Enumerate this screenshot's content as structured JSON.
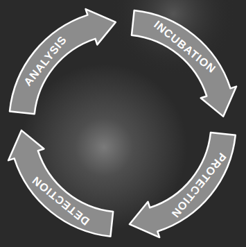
{
  "diagram": {
    "nodes": [
      {
        "text": [
          "ANALYSIS"
        ]
      },
      {
        "text": [
          "INCUBATION"
        ]
      },
      {
        "text": [
          "PROTECTION"
        ]
      },
      {
        "text": [
          "DETECTION"
        ]
      }
    ]
  }
}
